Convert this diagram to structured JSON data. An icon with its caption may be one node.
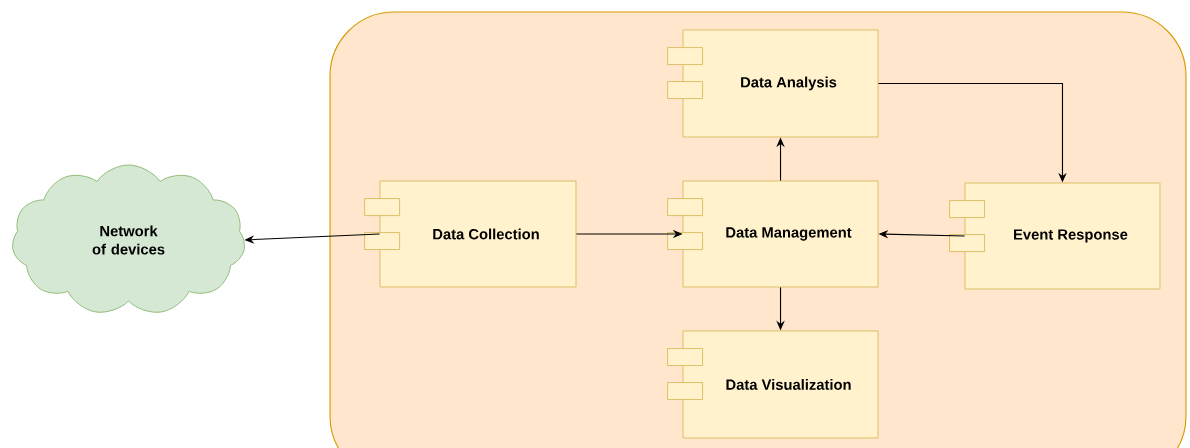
{
  "diagram": {
    "nodes": [
      {
        "text": [
          "Network of devices"
        ]
      },
      {
        "text": [],
        "shape": "box"
      },
      {
        "text": [
          "Data Analysis"
        ],
        "in": 1
      },
      {
        "text": [
          "Data Collection"
        ],
        "in": 1
      },
      {
        "text": [
          "Data Management"
        ],
        "in": 1
      },
      {
        "text": [
          "Event Response"
        ],
        "in": 1
      },
      {
        "text": [
          "Data Visualization"
        ],
        "in": 1
      }
    ],
    "edges": [
      {
        "from": 3,
        "to": 0,
        "arrow": "to"
      },
      {
        "from": 3,
        "to": 4,
        "arrow": "to"
      },
      {
        "from": 4,
        "to": 2,
        "arrow": "to"
      },
      {
        "from": 2,
        "to": 5,
        "arrow": "to"
      },
      {
        "from": 5,
        "to": 4,
        "arrow": "to"
      },
      {
        "from": 4,
        "to": 6,
        "arrow": "to"
      }
    ]
  }
}
